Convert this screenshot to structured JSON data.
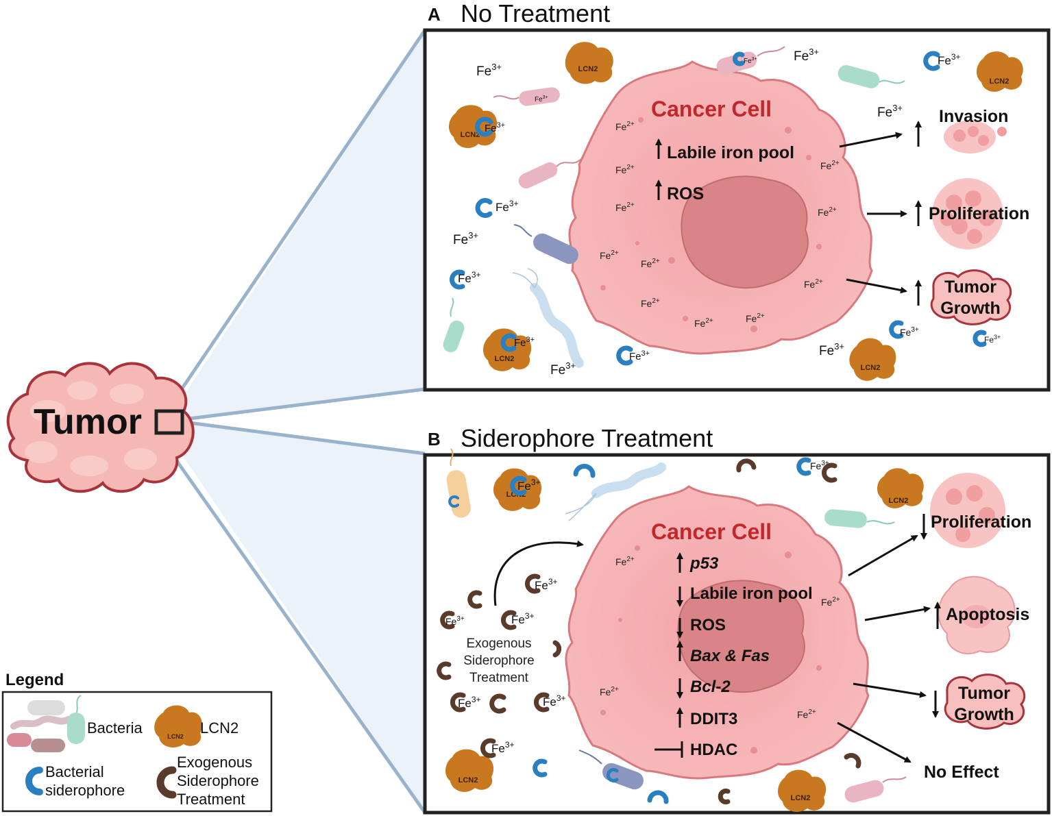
{
  "colors": {
    "cell_fill": "#f4a7aa",
    "cell_stroke": "#d9787d",
    "nucleus": "#d98486",
    "cancer_title": "#c0282c",
    "bacterial_siderophore": "#2a7fc0",
    "exogenous_siderophore": "#5a3a2a",
    "lcn2": "#c8791f",
    "tumor_fill": "#f6b8b5",
    "tumor_stroke": "#a8333a",
    "zoom": "#9ab3cc"
  },
  "tumor": {
    "label": "Tumor"
  },
  "panelA": {
    "letter": "A",
    "title": "No Treatment",
    "cell_title": "Cancer Cell",
    "lines": [
      "Labile iron pool",
      "ROS"
    ],
    "outcomes": [
      "Invasion",
      "Proliferation",
      "Tumor",
      "Growth"
    ]
  },
  "panelB": {
    "letter": "B",
    "title": "Siderophore Treatment",
    "cell_title": "Cancer Cell",
    "lines": [
      "p53",
      "Labile iron pool",
      "ROS",
      "Bax & Fas",
      "Bcl-2",
      "DDIT3",
      "HDAC"
    ],
    "outcomes": [
      "Proliferation",
      "Apoptosis",
      "Tumor",
      "Growth",
      "No Effect"
    ],
    "exogenous_label": [
      "Exogenous",
      "Siderophore",
      "Treatment"
    ]
  },
  "ions": {
    "fe3_base": "Fe",
    "fe3_sup": "3+",
    "fe2_base": "Fe",
    "fe2_sup": "2+",
    "lcn2": "LCN2"
  },
  "legend": {
    "title": "Legend",
    "bacteria": "Bacteria",
    "lcn2": "LCN2",
    "bacterial_siderophore": [
      "Bacterial",
      "siderophore"
    ],
    "exogenous": [
      "Exogenous",
      "Siderophore",
      "Treatment"
    ]
  }
}
